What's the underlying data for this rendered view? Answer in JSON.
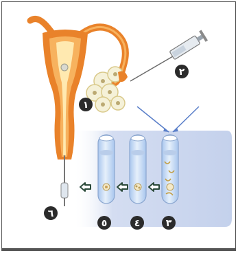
{
  "labels": {
    "one": "١",
    "two": "٢",
    "three": "٣",
    "four": "٤",
    "five": "٥",
    "six": "٦"
  },
  "colors": {
    "uterus_outer": "#e9822a",
    "uterus_inner": "#f7b25e",
    "uterus_cavity": "#ffe9b0",
    "tray": "#cfd9ef",
    "tube_liquid": "#c7daf2",
    "arrow_stroke": "#2b4a3a",
    "badge": "#2b2b2b"
  }
}
